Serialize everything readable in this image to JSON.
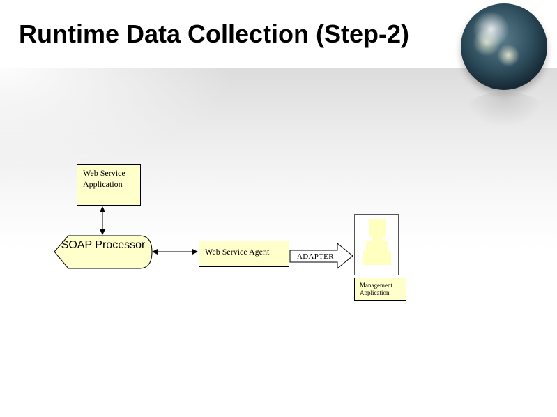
{
  "slide": {
    "title": "Runtime Data Collection (Step-2)"
  },
  "diagram": {
    "web_service_application": "Web Service Application",
    "soap_processor": "SOAP Processor",
    "web_service_agent": "Web Service Agent",
    "adapter": "ADAPTER",
    "management_application": "Management Application"
  },
  "colors": {
    "box_fill": "#ffffcc",
    "computer_fill": "#ffffc0",
    "border": "#000000"
  },
  "icons": {
    "globe": "globe-icon",
    "computer": "computer-icon"
  }
}
